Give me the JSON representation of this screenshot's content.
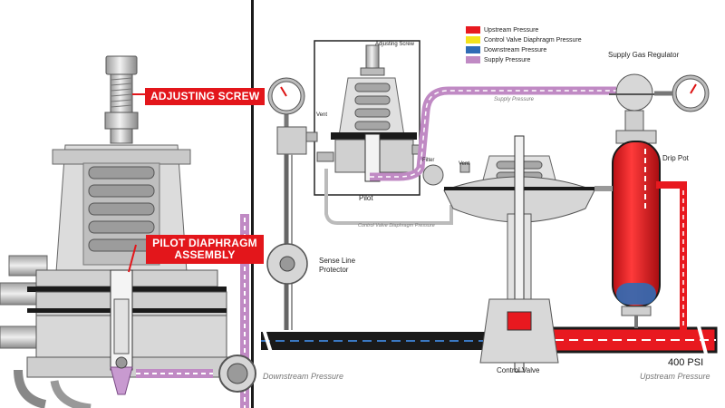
{
  "left_panel": {
    "callouts": {
      "adjusting_screw": "ADJUSTING SCREW",
      "pilot_diaphragm_line1": "PILOT DIAPHRAGM",
      "pilot_diaphragm_line2": "ASSEMBLY"
    }
  },
  "right_panel": {
    "labels": {
      "adjusting_screw": "Adjusting Screw",
      "pilot": "Pilot",
      "vent_pilot": "Vent",
      "vent_valve": "Vent",
      "filter": "Filter",
      "supply_gas_regulator": "Supply Gas Regulator",
      "drip_pot": "Drip Pot",
      "sense_line_protector_1": "Sense Line",
      "sense_line_protector_2": "Protector",
      "control_valve": "Control Valve",
      "supply_pressure_line": "Supply Pressure",
      "control_valve_diaphragm_pressure_line": "Control Valve Diaphragm Pressure",
      "downstream_pressure": "Downstream Pressure",
      "upstream_pressure": "Upstream Pressure",
      "pressure_value": "400 PSI"
    },
    "legend": [
      {
        "label": "Upstream Pressure",
        "color": "#e8191f"
      },
      {
        "label": "Control Valve Diaphragm Pressure",
        "color": "#f4e21c"
      },
      {
        "label": "Downstream Pressure",
        "color": "#2f6bb5"
      },
      {
        "label": "Supply Pressure",
        "color": "#c08ac4"
      }
    ]
  },
  "colors": {
    "upstream": "#e8191f",
    "supply": "#c08ac4",
    "downstream": "#2f6bb5",
    "body_gray": "#d8d8d8",
    "line_dark": "#333333"
  }
}
